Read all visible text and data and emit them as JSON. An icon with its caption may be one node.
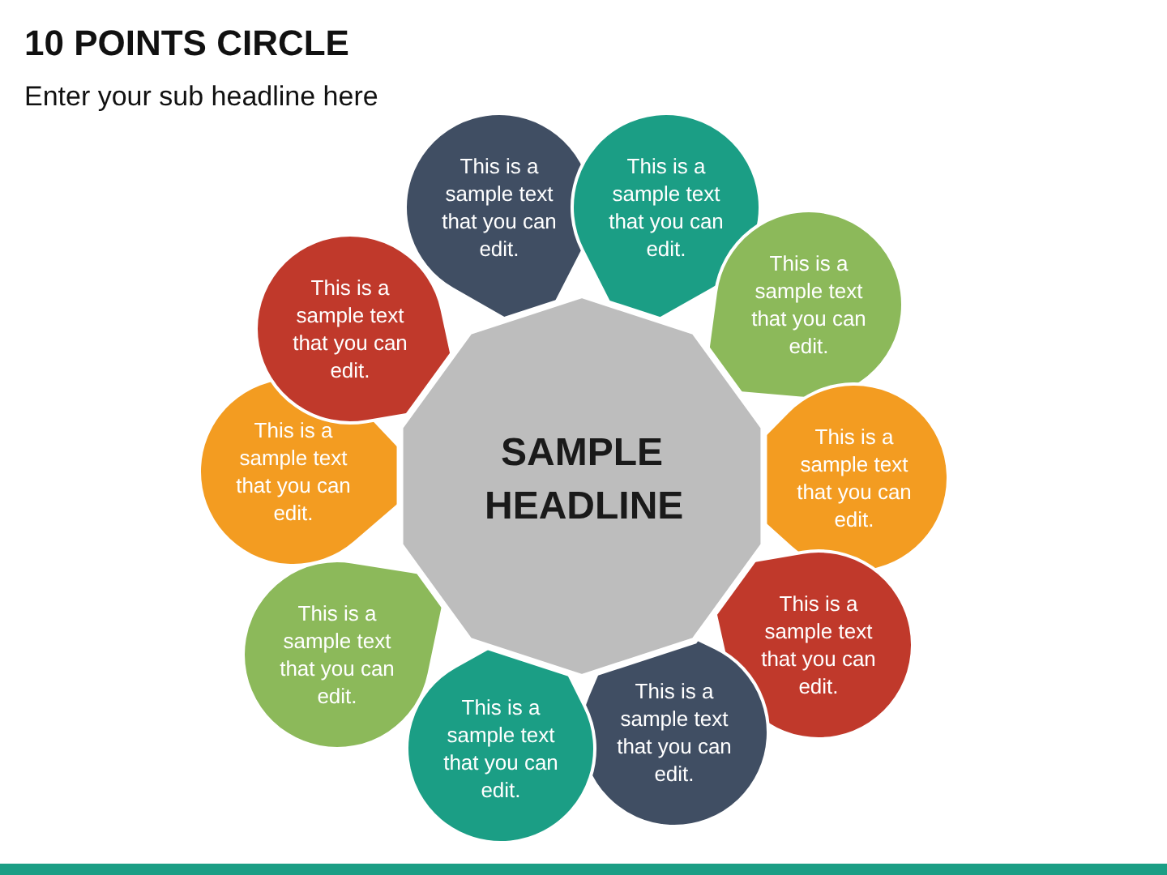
{
  "diagram": {
    "title": "10 POINTS CIRCLE",
    "nodes": [
      {
        "text": [
          "SAMPLE HEADLINE"
        ]
      },
      {
        "text": [
          "This is a sample text that you can edit."
        ]
      },
      {
        "text": [
          "This is a sample text that you can edit."
        ]
      },
      {
        "text": [
          "This is a sample text that you can edit."
        ]
      },
      {
        "text": [
          "This is a sample text that you can edit."
        ]
      },
      {
        "text": [
          "This is a sample text that you can edit."
        ]
      },
      {
        "text": [
          "This is a sample text that you can edit."
        ]
      },
      {
        "text": [
          "This is a sample text that you can edit."
        ]
      },
      {
        "text": [
          "This is a sample text that you can edit."
        ]
      },
      {
        "text": [
          "This is a sample text that you can edit."
        ]
      },
      {
        "text": [
          "This is a sample text that you can edit."
        ]
      }
    ],
    "edges": [],
    "labels": [
      "Enter your sub headline here"
    ]
  }
}
